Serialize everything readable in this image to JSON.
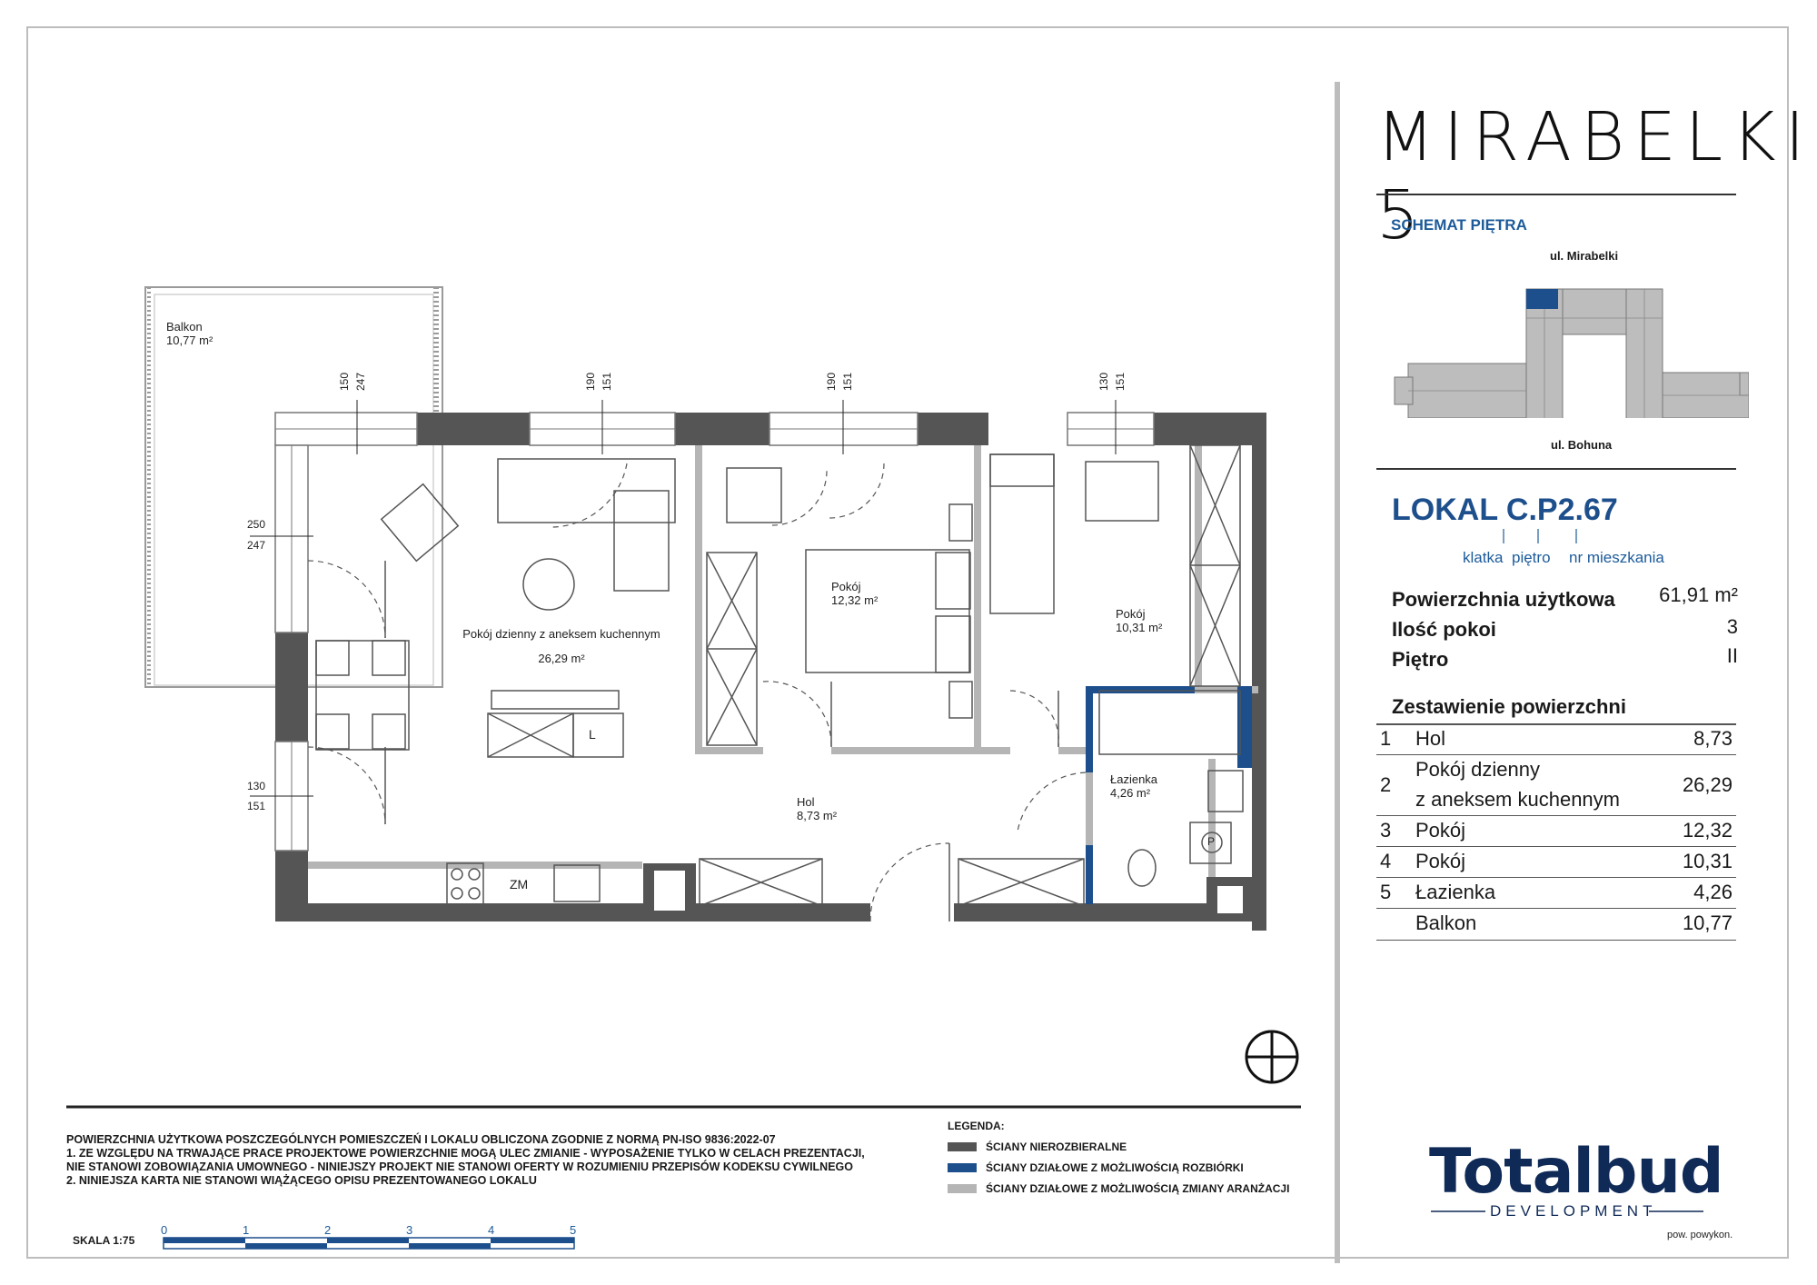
{
  "brand": {
    "title": "MIRABELKI 5"
  },
  "floor_scheme": {
    "label": "SCHEMAT PIĘTRA",
    "street_top": "ul. Mirabelki",
    "street_bottom": "ul. Bohuna"
  },
  "unit": {
    "title": "LOKAL C.P2.67",
    "sub_klatka": "klatka",
    "sub_pietro": "piętro",
    "sub_nr": "nr mieszkania",
    "area_label": "Powierzchnia użytkowa",
    "area_value": "61,91 m²",
    "rooms_label": "Ilość pokoi",
    "rooms_value": "3",
    "floor_label": "Piętro",
    "floor_value": "II"
  },
  "summary": {
    "title": "Zestawienie powierzchni",
    "rows": [
      {
        "n": "1",
        "label": "Hol",
        "value": "8,73"
      },
      {
        "n": "2",
        "label": "Pokój dzienny",
        "label2": "z aneksem kuchennym",
        "value": "26,29"
      },
      {
        "n": "3",
        "label": "Pokój",
        "value": "12,32"
      },
      {
        "n": "4",
        "label": "Pokój",
        "value": "10,31"
      },
      {
        "n": "5",
        "label": "Łazienka",
        "value": "4,26"
      },
      {
        "n": "",
        "label": "Balkon",
        "value": "10,77"
      }
    ]
  },
  "plan": {
    "balkon": {
      "name": "Balkon",
      "area": "10,77 m²"
    },
    "living": {
      "name": "Pokój dzienny z aneksem kuchennym",
      "area": "26,29 m²"
    },
    "room1": {
      "name": "Pokój",
      "area": "12,32 m²"
    },
    "room2": {
      "name": "Pokój",
      "area": "10,31 m²"
    },
    "hol": {
      "name": "Hol",
      "area": "8,73 m²"
    },
    "bath": {
      "name": "Łazienka",
      "area": "4,26 m²"
    },
    "zm": "ZM",
    "l": "L",
    "p": "P",
    "dims": {
      "w1a": "150",
      "w1b": "247",
      "w2a": "190",
      "w2b": "151",
      "w3a": "190",
      "w3b": "151",
      "w4a": "130",
      "w4b": "151",
      "s1a": "250",
      "s1b": "247",
      "s2a": "130",
      "s2b": "151"
    }
  },
  "notes": {
    "line1": "POWIERZCHNIA UŻYTKOWA POSZCZEGÓLNYCH POMIESZCZEŃ I LOKALU OBLICZONA ZGODNIE Z NORMĄ PN-ISO 9836:2022-07",
    "line2": "1. ZE WZGLĘDU NA TRWAJĄCE PRACE PROJEKTOWE POWIERZCHNIE MOGĄ ULEC ZMIANIE - WYPOSAŻENIE TYLKO W CELACH PREZENTACJI,",
    "line3": "NIE STANOWI ZOBOWIĄZANIA UMOWNEGO - NINIEJSZY PROJEKT NIE STANOWI OFERTY W ROZUMIENIU PRZEPISÓW KODEKSU CYWILNEGO",
    "line4": "2. NINIEJSZA KARTA NIE STANOWI WIĄŻĄCEGO OPISU PREZENTOWANEGO LOKALU"
  },
  "legend": {
    "title": "LEGENDA:",
    "items": [
      {
        "label": "ŚCIANY NIEROZBIERALNE",
        "color": "#555555"
      },
      {
        "label": "ŚCIANY DZIAŁOWE Z MOŻLIWOŚCIĄ ROZBIÓRKI",
        "color": "#1d4f8c"
      },
      {
        "label": "ŚCIANY DZIAŁOWE Z MOŻLIWOŚCIĄ ZMIANY ARANŻACJI",
        "color": "#b5b5b5"
      }
    ]
  },
  "scale": {
    "label": "SKALA 1:75",
    "ticks": [
      "0",
      "1",
      "2",
      "3",
      "4",
      "5"
    ]
  },
  "developer": {
    "name": "Totalbud",
    "sub": "DEVELOPMENT",
    "note": "pow. powykon."
  },
  "colors": {
    "wall": "#555555",
    "partition": "#b5b5b5",
    "removable": "#1d4f8c",
    "accent": "#1d5b9a"
  }
}
